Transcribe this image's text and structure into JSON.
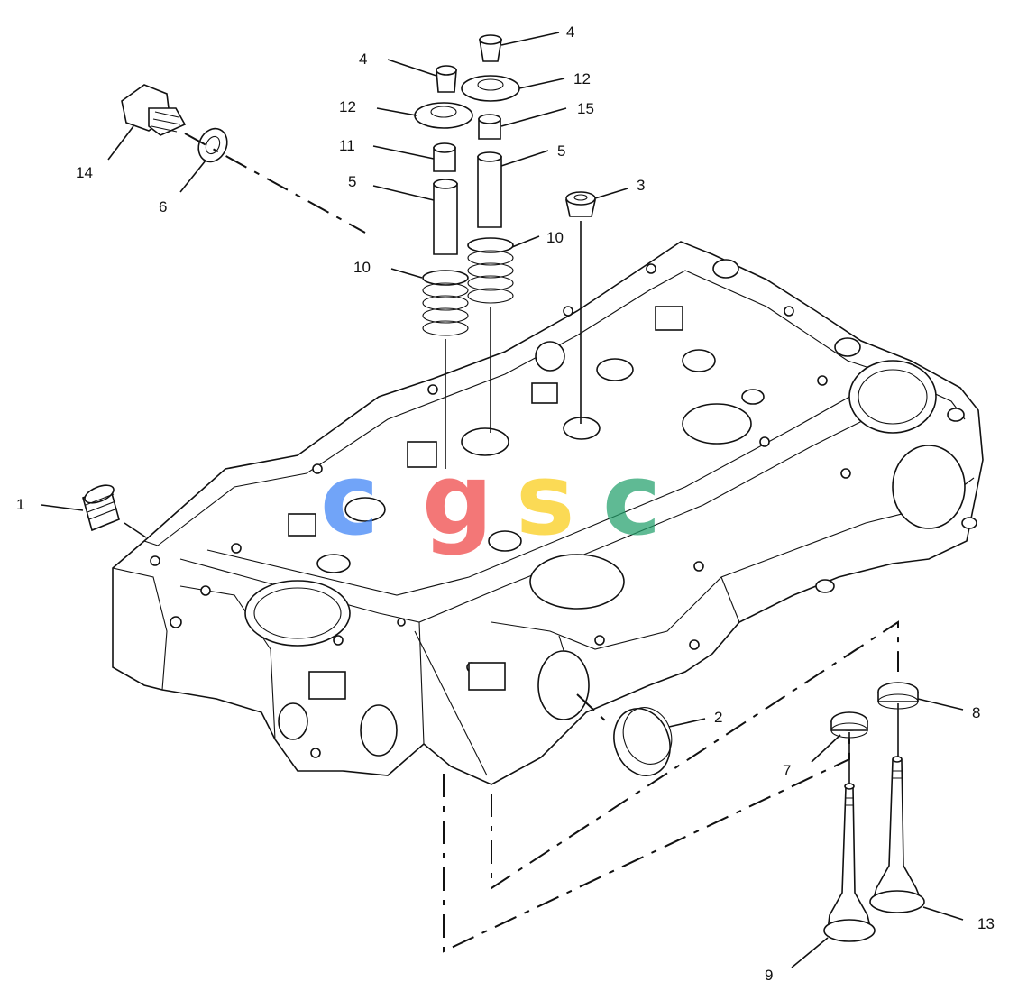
{
  "diagram": {
    "callouts": [
      {
        "id": "c1",
        "label": "1"
      },
      {
        "id": "c2",
        "label": "2"
      },
      {
        "id": "c3",
        "label": "3"
      },
      {
        "id": "c4a",
        "label": "4"
      },
      {
        "id": "c4b",
        "label": "4"
      },
      {
        "id": "c5a",
        "label": "5"
      },
      {
        "id": "c5b",
        "label": "5"
      },
      {
        "id": "c6",
        "label": "6"
      },
      {
        "id": "c7",
        "label": "7"
      },
      {
        "id": "c8",
        "label": "8"
      },
      {
        "id": "c9",
        "label": "9"
      },
      {
        "id": "c10a",
        "label": "10"
      },
      {
        "id": "c10b",
        "label": "10"
      },
      {
        "id": "c11",
        "label": "11"
      },
      {
        "id": "c12a",
        "label": "12"
      },
      {
        "id": "c12b",
        "label": "12"
      },
      {
        "id": "c13",
        "label": "13"
      },
      {
        "id": "c14",
        "label": "14"
      },
      {
        "id": "c15",
        "label": "15"
      }
    ]
  },
  "watermark": {
    "letters": [
      "c",
      "g",
      "s",
      "c"
    ],
    "colors": [
      "#3b82f6",
      "#ef4444",
      "#facc15",
      "#22a06b"
    ]
  }
}
